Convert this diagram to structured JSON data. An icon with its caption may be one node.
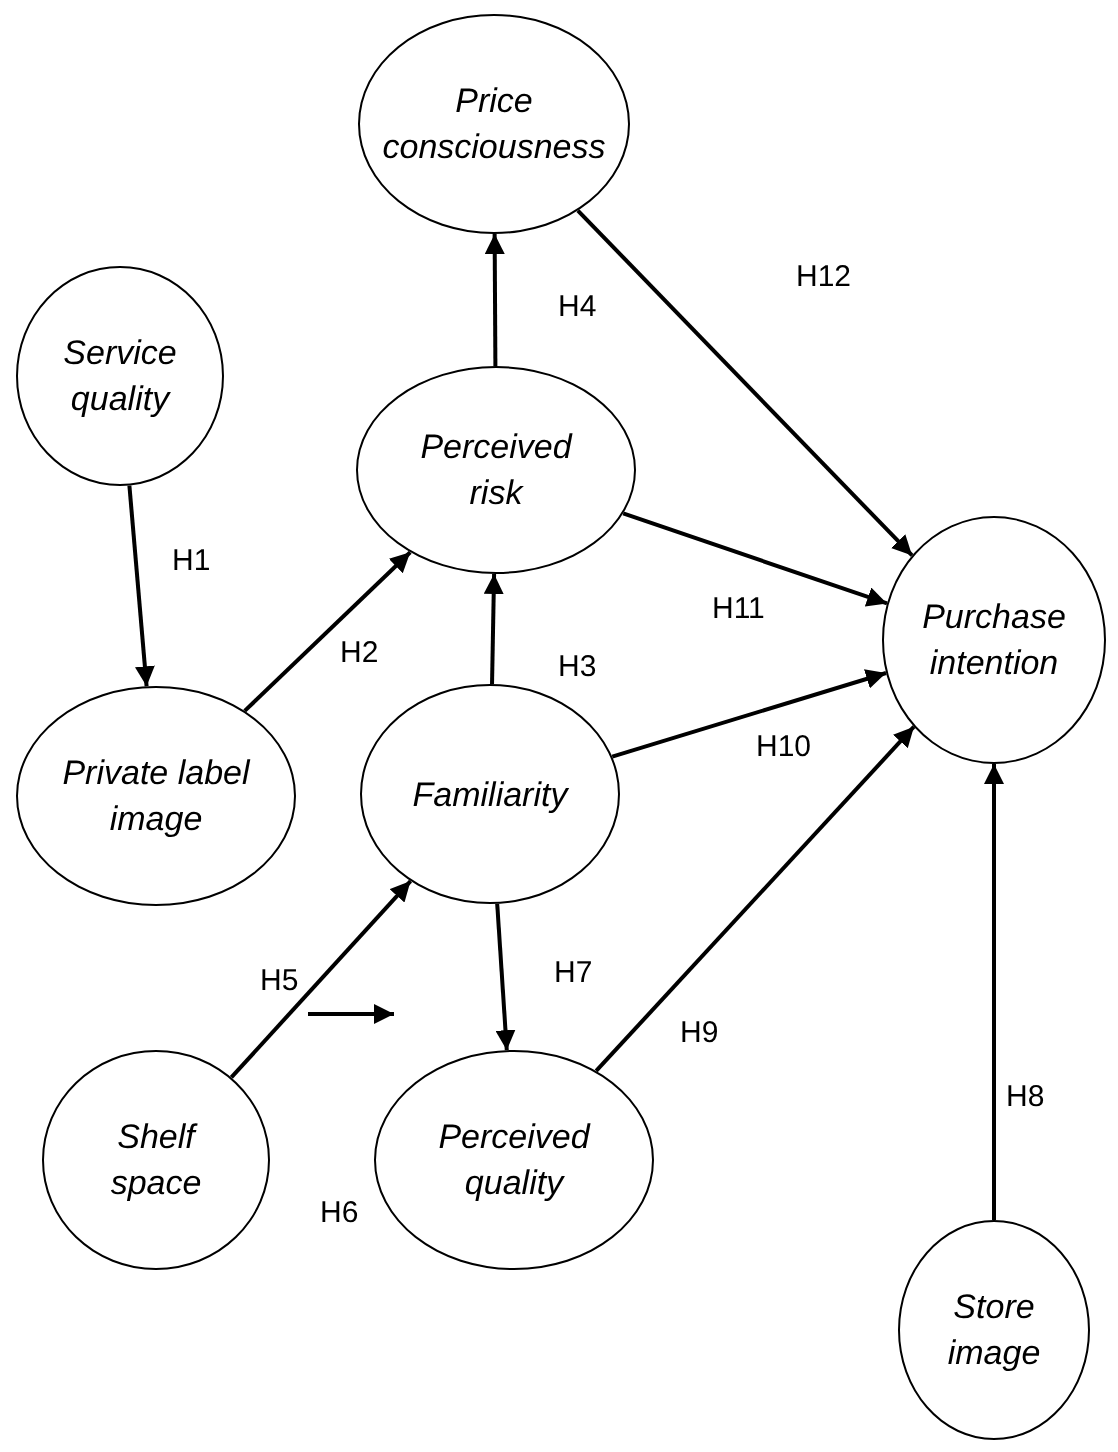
{
  "diagram": {
    "nodes": [
      {
        "text": [
          "Price consciousness"
        ]
      },
      {
        "text": [
          "Service quality"
        ]
      },
      {
        "text": [
          "Perceived risk"
        ]
      },
      {
        "text": [
          "Purchase intention"
        ]
      },
      {
        "text": [
          "Private label image"
        ]
      },
      {
        "text": [
          "Familiarity"
        ]
      },
      {
        "text": [
          "Shelf space"
        ]
      },
      {
        "text": [
          "Perceived quality"
        ]
      },
      {
        "text": [
          "Store image"
        ]
      }
    ],
    "edges": [
      {
        "from": 1,
        "to": 4,
        "arrow": "to",
        "label": "H1"
      },
      {
        "from": 4,
        "to": 2,
        "arrow": "to",
        "label": "H2"
      },
      {
        "from": 5,
        "to": 2,
        "arrow": "to",
        "label": "H3"
      },
      {
        "from": 2,
        "to": 0,
        "arrow": "to",
        "label": "H4"
      },
      {
        "from": 6,
        "to": 5,
        "arrow": "to",
        "label": "H5"
      },
      {
        "from": 5,
        "to": 7,
        "arrow": "to",
        "label": "H7"
      },
      {
        "from": 8,
        "to": 3,
        "arrow": "to",
        "label": "H8"
      },
      {
        "from": 7,
        "to": 3,
        "arrow": "to",
        "label": "H9"
      },
      {
        "from": 5,
        "to": 3,
        "arrow": "to",
        "label": "H10"
      },
      {
        "from": 2,
        "to": 3,
        "arrow": "to",
        "label": "H11"
      },
      {
        "from": 0,
        "to": 3,
        "arrow": "to",
        "label": "H12"
      }
    ],
    "labels": [
      "H6"
    ]
  }
}
